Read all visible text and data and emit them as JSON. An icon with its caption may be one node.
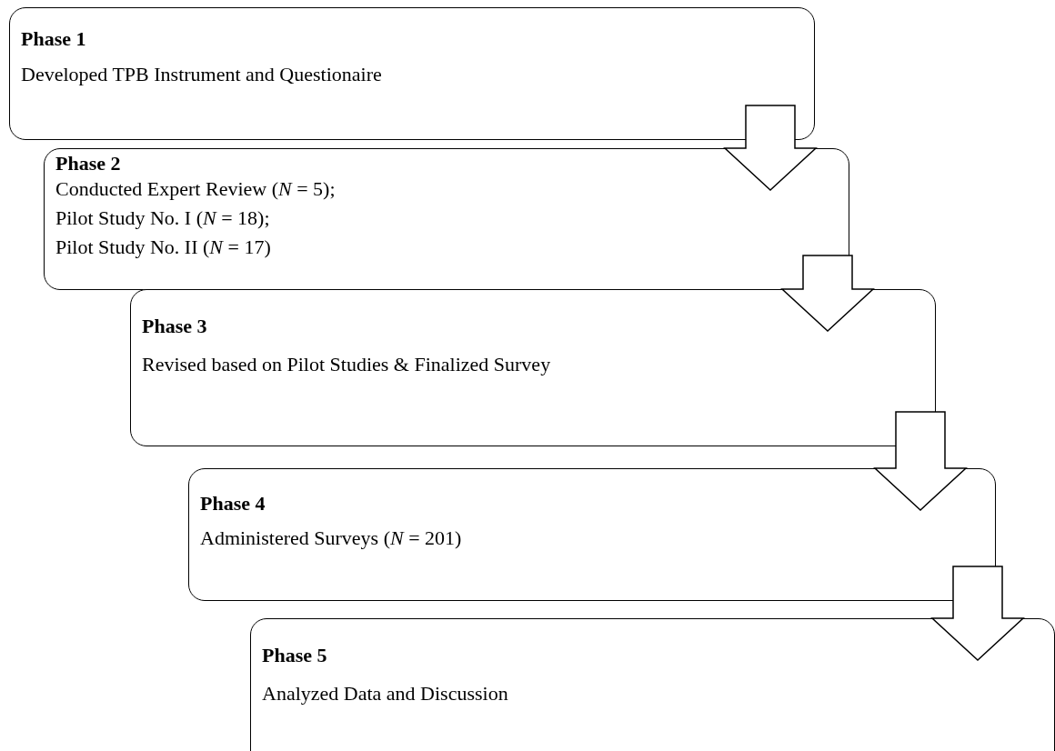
{
  "diagram": {
    "nodes": [
      {
        "text": [
          "Phase 1",
          "Developed TPB Instrument and Questionaire"
        ]
      },
      {
        "text": [
          "Phase 2",
          "Conducted Expert Review (*N* = 5);",
          "Pilot Study No. I (*N* = 18);",
          "Pilot Study No. II (*N* = 17)"
        ]
      },
      {
        "text": [
          "Phase 3",
          "Revised based on Pilot Studies & Finalized Survey"
        ]
      },
      {
        "text": [
          "Phase 4",
          "Administered Surveys (*N* = 201)"
        ]
      },
      {
        "text": [
          "Phase 5",
          "Analyzed Data and Discussion"
        ]
      }
    ],
    "edges": [
      {
        "from": 0,
        "to": 1,
        "arrow": "to"
      },
      {
        "from": 1,
        "to": 2,
        "arrow": "to"
      },
      {
        "from": 2,
        "to": 3,
        "arrow": "to"
      },
      {
        "from": 3,
        "to": 4,
        "arrow": "to"
      }
    ]
  }
}
